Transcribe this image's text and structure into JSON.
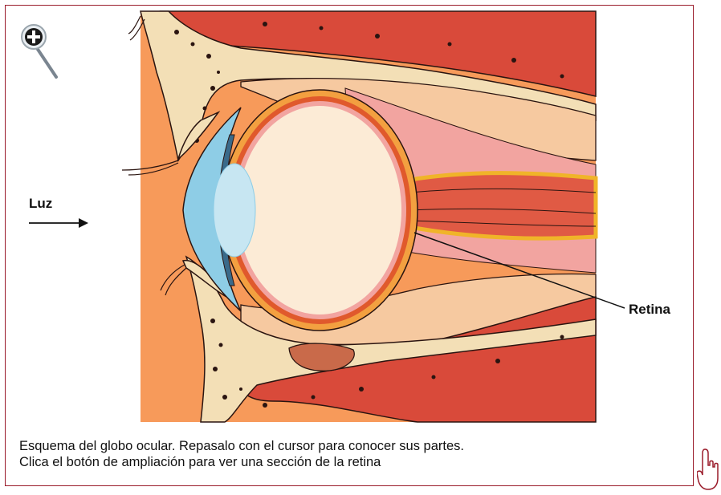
{
  "diagram": {
    "labels": {
      "light": "Luz",
      "retina": "Retina"
    }
  },
  "caption": {
    "line1": "Esquema del globo ocular. Repasalo con el cursor para conocer sus partes.",
    "line2": "Clica el botón de ampliación para ver una sección de la retina"
  },
  "icons": {
    "zoom": "zoom-in-magnifier-icon",
    "pointer": "hand-pointer-icon"
  },
  "colors": {
    "frame": "#9a1b2a",
    "bone": "#f3dfb6",
    "muscle_red": "#d94a3a",
    "orange_bg": "#f79a5a",
    "eyeball": "#fcebd6",
    "cornea": "#8ecde6"
  }
}
